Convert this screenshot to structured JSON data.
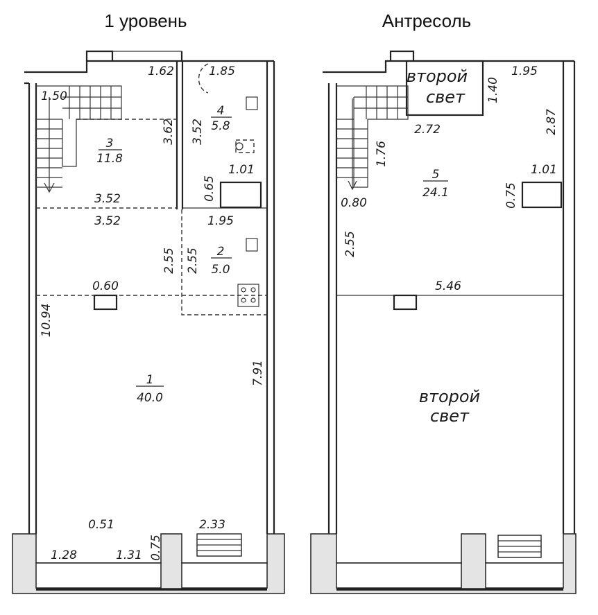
{
  "titles": {
    "level1": "1 уровень",
    "mezzanine": "Антресоль"
  },
  "level1": {
    "rooms": [
      {
        "number": "1",
        "area": "40.0"
      },
      {
        "number": "2",
        "area": "5.0"
      },
      {
        "number": "3",
        "area": "11.8"
      },
      {
        "number": "4",
        "area": "5.8"
      }
    ],
    "dims": {
      "d_1_62": "1.62",
      "d_1_85": "1.85",
      "d_1_50": "1.50",
      "d_3_62": "3.62",
      "d_3_52_v": "3.52",
      "d_3_52_a": "3.52",
      "d_3_52_b": "3.52",
      "d_1_01": "1.01",
      "d_0_65": "0.65",
      "d_1_95": "1.95",
      "d_2_55_a": "2.55",
      "d_2_55_b": "2.55",
      "d_0_60": "0.60",
      "d_10_94": "10.94",
      "d_7_91": "7.91",
      "d_0_51": "0.51",
      "d_2_33": "2.33",
      "d_1_28": "1.28",
      "d_1_31": "1.31",
      "d_0_75": "0.75"
    }
  },
  "mezzanine": {
    "room": {
      "number": "5",
      "area": "24.1"
    },
    "notes": {
      "void_top_line1": "второй",
      "void_top_line2": "свет",
      "void_main_line1": "второй",
      "void_main_line2": "свет"
    },
    "dims": {
      "d_1_95": "1.95",
      "d_1_40": "1.40",
      "d_2_87": "2.87",
      "d_2_72": "2.72",
      "d_1_76": "1.76",
      "d_1_01": "1.01",
      "d_0_75": "0.75",
      "d_0_80": "0.80",
      "d_2_55": "2.55",
      "d_5_46": "5.46"
    }
  }
}
